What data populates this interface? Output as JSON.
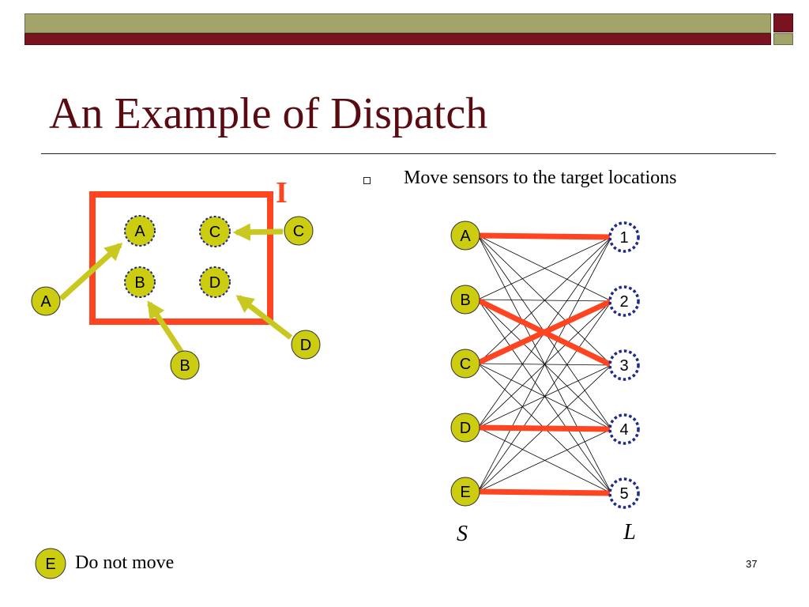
{
  "slide": {
    "title": "An Example of Dispatch",
    "bullet": "Move sensors to the target locations",
    "legend": {
      "node": "E",
      "text": "Do not move"
    },
    "page_number": "37"
  },
  "region": {
    "label": "I",
    "targets": [
      "A",
      "C",
      "B",
      "D"
    ],
    "sensors": [
      "A",
      "B",
      "C",
      "D"
    ]
  },
  "graph": {
    "left_nodes": [
      "A",
      "B",
      "C",
      "D",
      "E"
    ],
    "right_nodes": [
      "1",
      "2",
      "3",
      "4",
      "5"
    ],
    "left_label": "S",
    "right_label": "L",
    "matching": [
      [
        "A",
        "1"
      ],
      [
        "B",
        "3"
      ],
      [
        "C",
        "2"
      ],
      [
        "D",
        "4"
      ],
      [
        "E",
        "5"
      ]
    ]
  },
  "colors": {
    "node_fill": "#cccc11",
    "region_border": "#ff4422",
    "arrow": "#c8c820",
    "dashed_ring": "#1f2a8a",
    "match_edge": "#ff4422",
    "title": "#5a0b12"
  }
}
